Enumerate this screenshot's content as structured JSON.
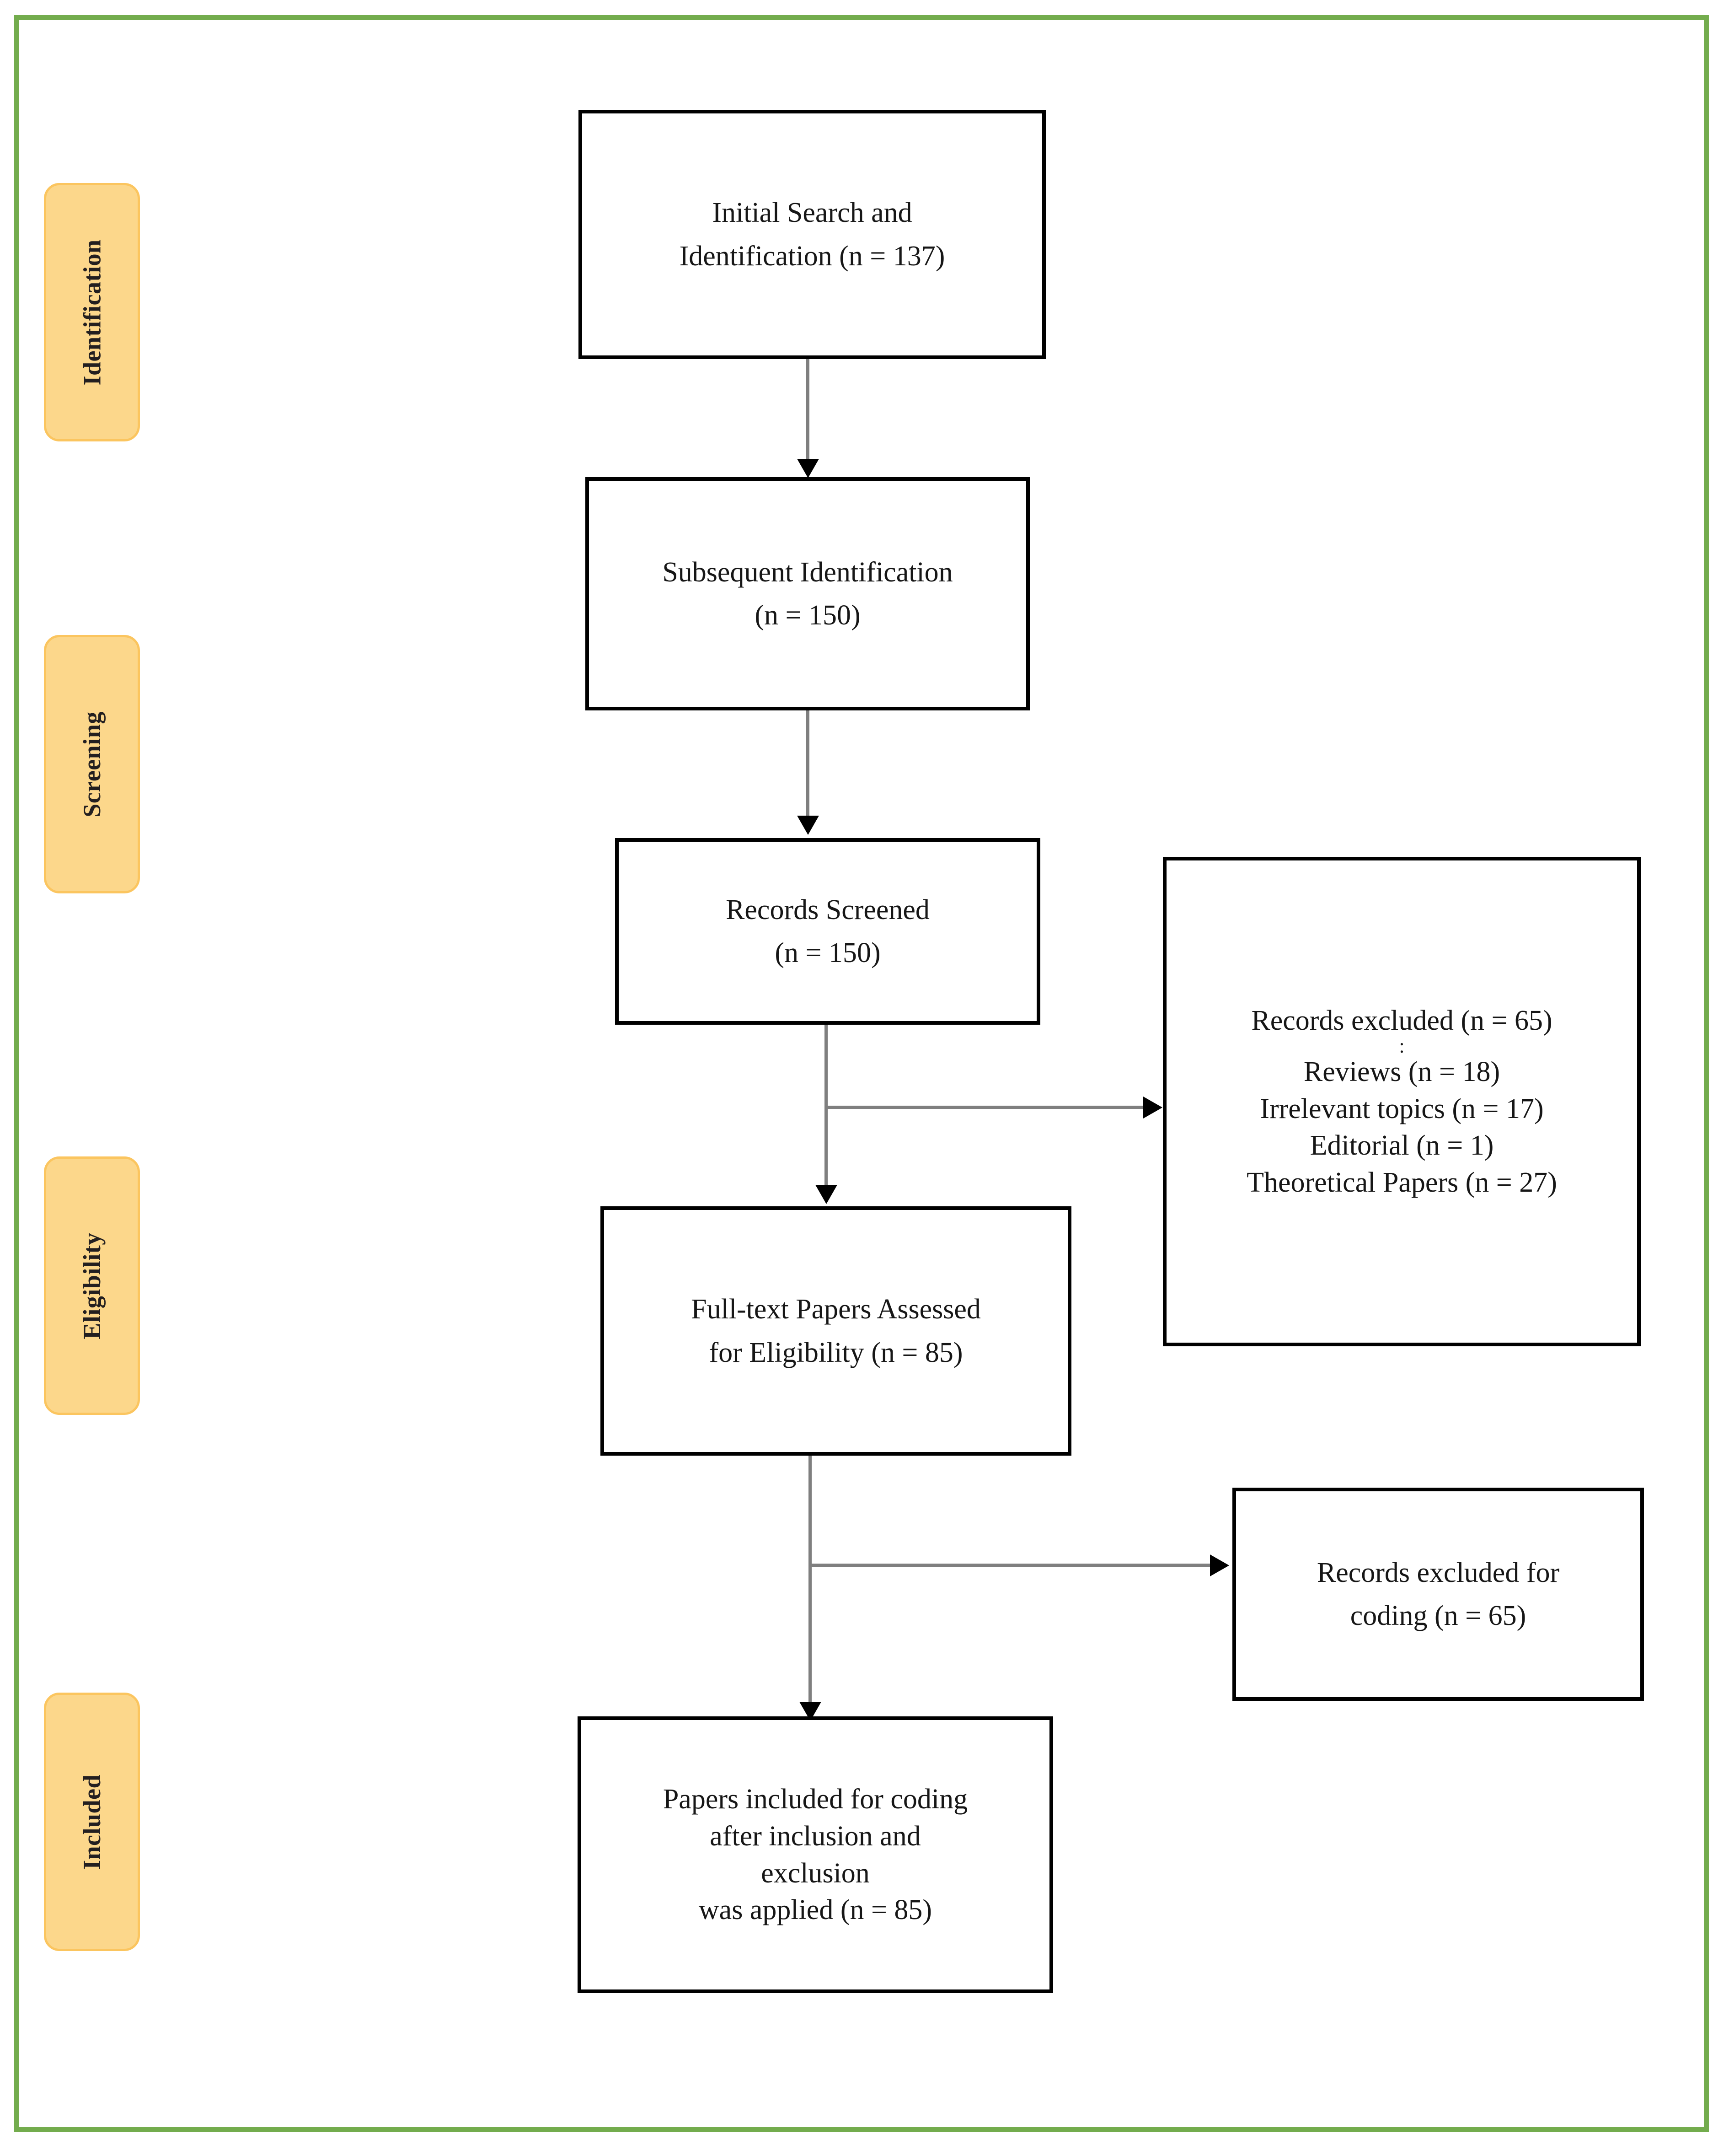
{
  "figure": {
    "type": "prisma-flow-diagram",
    "frame_color": "#73ac4d",
    "tab_fill_color": "#fcd78b",
    "tab_border_color": "#fbc55f",
    "box_border_color": "#000000",
    "connector_color": "#7f7f7f",
    "arrowhead_color": "#000000"
  },
  "stages": [
    {
      "label": "Identification"
    },
    {
      "label": "Screening"
    },
    {
      "label": "Eligibility"
    },
    {
      "label": "Included"
    }
  ],
  "boxes": {
    "initial_search": {
      "lines": [
        "Initial Search and",
        "Identification (n = 137)"
      ]
    },
    "subsequent_identification": {
      "lines": [
        "Subsequent Identification",
        "(n = 150)"
      ]
    },
    "records_screened": {
      "lines": [
        "Records Screened",
        "(n = 150)"
      ]
    },
    "records_excluded": {
      "lines": [
        "Records excluded (n = 65)",
        ":",
        "Reviews (n = 18)",
        "Irrelevant topics (n = 17)",
        "Editorial (n = 1)",
        "Theoretical Papers (n = 27)"
      ]
    },
    "full_text_assessed": {
      "lines": [
        "Full-text Papers Assessed",
        "for Eligibility (n = 85)"
      ]
    },
    "records_excluded_coding": {
      "lines": [
        "Records excluded for",
        "coding (n = 65)"
      ]
    },
    "papers_included": {
      "lines": [
        "Papers included for coding",
        "after inclusion and",
        "exclusion",
        "was applied (n = 85)"
      ]
    }
  },
  "counts": {
    "initial_search_n": 137,
    "subsequent_identification_n": 150,
    "records_screened_n": 150,
    "records_excluded_n": 65,
    "records_excluded_reviews_n": 18,
    "records_excluded_irrelevant_topics_n": 17,
    "records_excluded_editorial_n": 1,
    "records_excluded_theoretical_papers_n": 27,
    "full_text_assessed_n": 85,
    "records_excluded_coding_n": 65,
    "papers_included_n": 85
  }
}
